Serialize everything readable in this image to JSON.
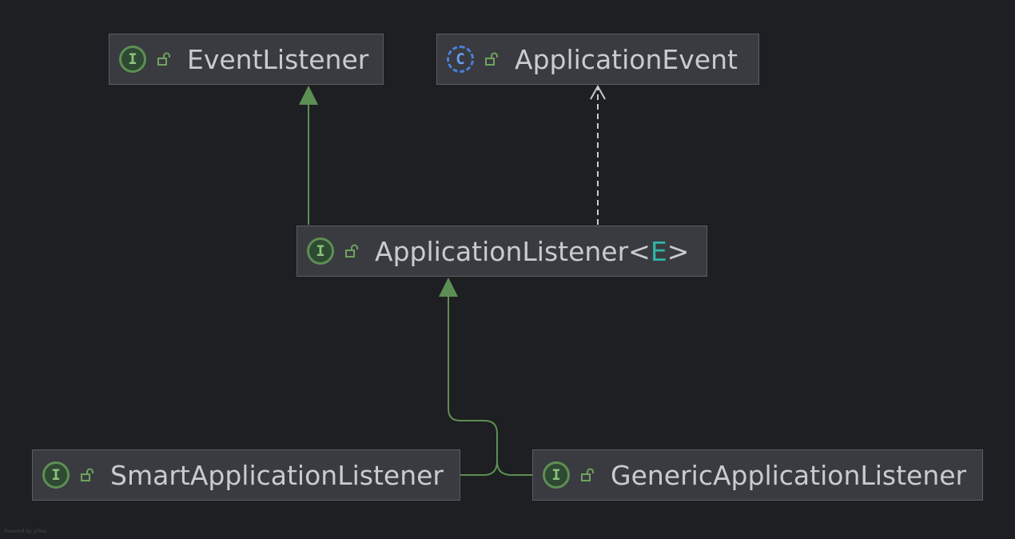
{
  "diagram": {
    "footer_credit": "Powered by yFiles",
    "nodes": {
      "event_listener": {
        "kind": "I",
        "name": "EventListener"
      },
      "application_event": {
        "kind": "C",
        "name": "ApplicationEvent"
      },
      "application_listener": {
        "kind": "I",
        "name": "ApplicationListener",
        "open_bracket": "<",
        "type_param": "E",
        "close_bracket": ">"
      },
      "smart_application_listener": {
        "kind": "I",
        "name": "SmartApplicationListener"
      },
      "generic_application_listener": {
        "kind": "I",
        "name": "GenericApplicationListener"
      }
    },
    "colors": {
      "background": "#1e1f22",
      "node_fill": "#393b40",
      "node_border": "#5a5d63",
      "extends_edge": "#5d8f54",
      "dependency_edge": "#c9cbd0",
      "type_param": "#2fb5a8"
    }
  }
}
